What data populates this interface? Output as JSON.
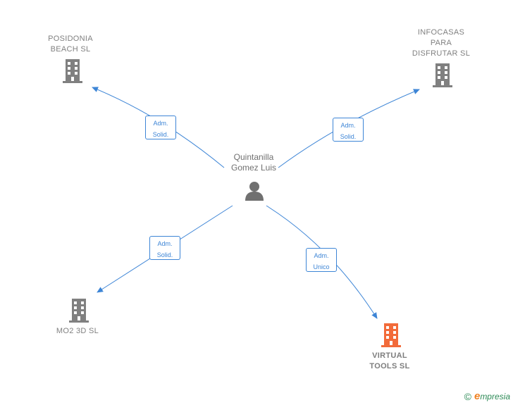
{
  "person": {
    "name": "Quintanilla\nGomez Luis",
    "icon": "person-icon"
  },
  "companies": [
    {
      "id": "posidonia",
      "label": "POSIDONIA\nBEACH  SL",
      "icon": "building-icon",
      "color": "#808080"
    },
    {
      "id": "infocasas",
      "label": "INFOCASAS\nPARA\nDISFRUTAR SL",
      "icon": "building-icon",
      "color": "#808080"
    },
    {
      "id": "mo2",
      "label": "MO2 3D  SL",
      "icon": "building-icon",
      "color": "#808080"
    },
    {
      "id": "virtual",
      "label": "VIRTUAL\nTOOLS  SL",
      "icon": "building-icon",
      "color": "#f26b3a"
    }
  ],
  "relations": [
    {
      "to": "posidonia",
      "label": "Adm.\nSolid."
    },
    {
      "to": "infocasas",
      "label": "Adm.\nSolid."
    },
    {
      "to": "mo2",
      "label": "Adm.\nSolid."
    },
    {
      "to": "virtual",
      "label": "Adm.\nUnico"
    }
  ],
  "footer": {
    "copyright": "©",
    "brand_initial": "e",
    "brand_rest": "mpresia"
  },
  "colors": {
    "edge": "#3d85d6",
    "building": "#808080",
    "focus_building": "#f26b3a",
    "person": "#707070"
  }
}
